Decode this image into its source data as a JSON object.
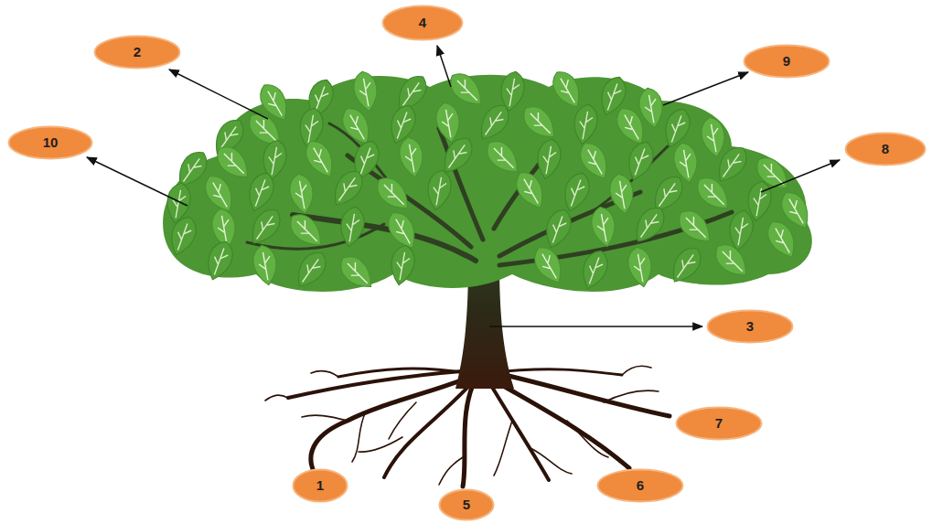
{
  "diagram": {
    "nodes": [
      {
        "text": [
          "4"
        ]
      },
      {
        "text": [
          "2"
        ]
      },
      {
        "text": [
          "9"
        ]
      },
      {
        "text": [
          "10"
        ]
      },
      {
        "text": [
          "8"
        ]
      },
      {
        "text": [
          "3"
        ]
      },
      {
        "text": [
          "7"
        ]
      },
      {
        "text": [
          "1"
        ]
      },
      {
        "text": [
          "6"
        ]
      },
      {
        "text": [
          "5"
        ]
      }
    ]
  }
}
